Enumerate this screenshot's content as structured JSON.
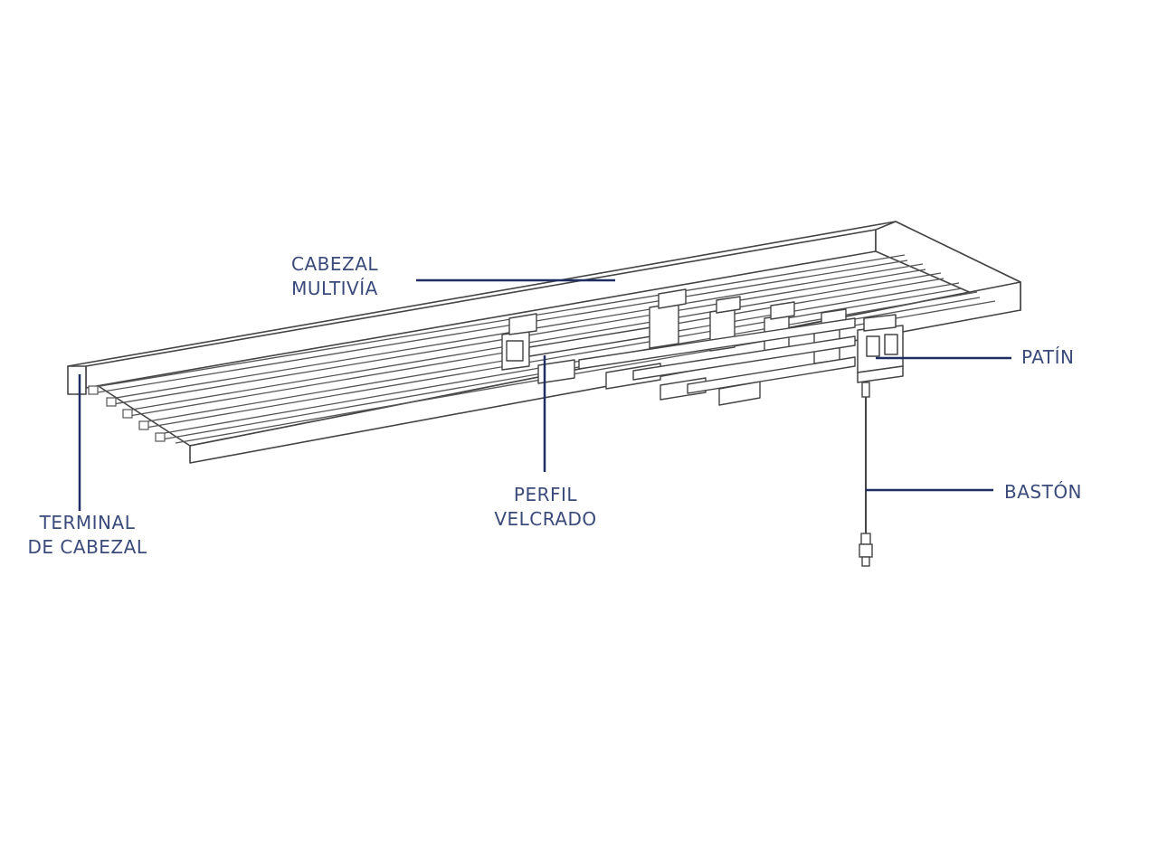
{
  "labels": {
    "cabezal_multivia": [
      "CABEZAL",
      "MULTIVÍA"
    ],
    "terminal_cabezal": [
      "TERMINAL",
      "DE CABEZAL"
    ],
    "perfil_velcrado": [
      "PERFIL",
      "VELCRADO"
    ],
    "patin": "PATÍN",
    "baston": "BASTÓN"
  },
  "colors": {
    "line_art": "#444444",
    "callout": "#1f2d63",
    "label_text": "#3a4a7a",
    "background": "#ffffff"
  }
}
